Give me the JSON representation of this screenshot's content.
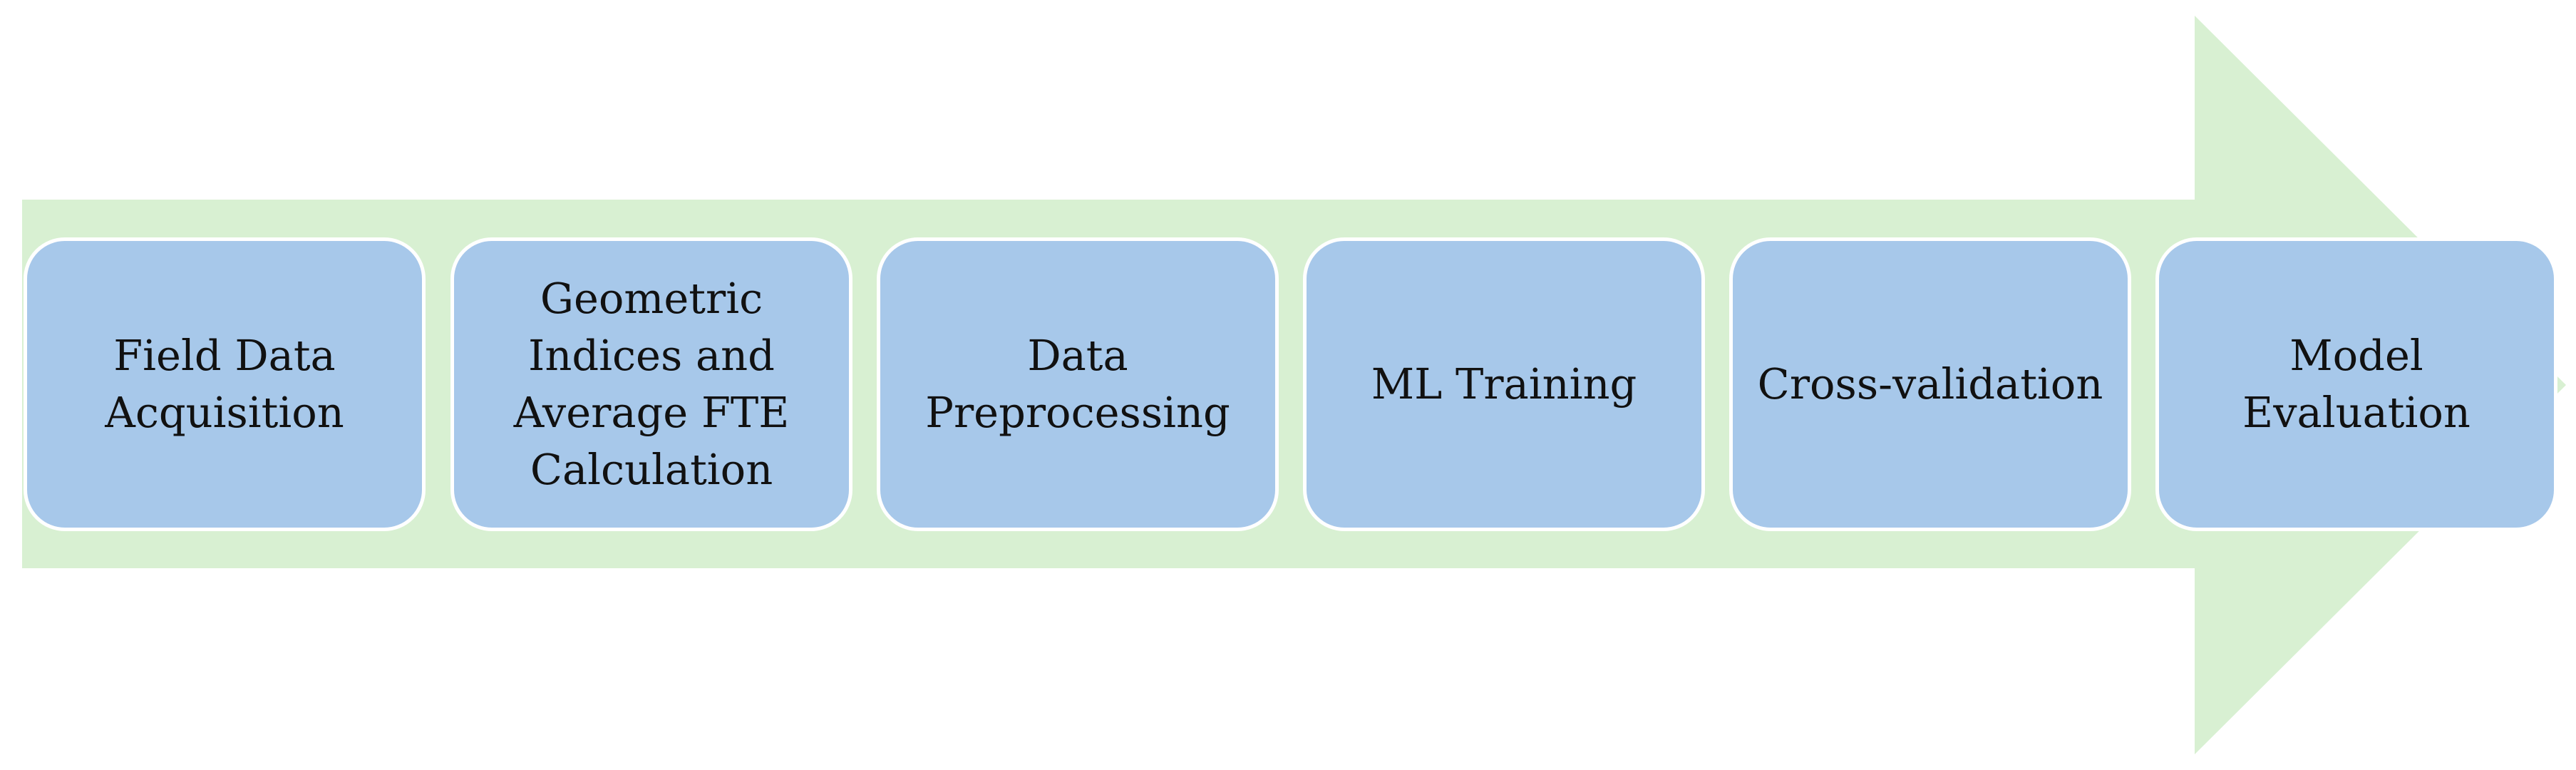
{
  "diagram": {
    "steps": [
      {
        "label": "Field Data Acquisition"
      },
      {
        "label": "Geometric Indices and Average FTE Calculation"
      },
      {
        "label": "Data Preprocessing"
      },
      {
        "label": "ML Training"
      },
      {
        "label": "Cross-validation"
      },
      {
        "label": "Model Evaluation"
      }
    ]
  },
  "colors": {
    "arrow": "#d8f0d2",
    "box_fill": "#a7c8ea",
    "box_border": "#ffffff",
    "text": "#111111"
  }
}
